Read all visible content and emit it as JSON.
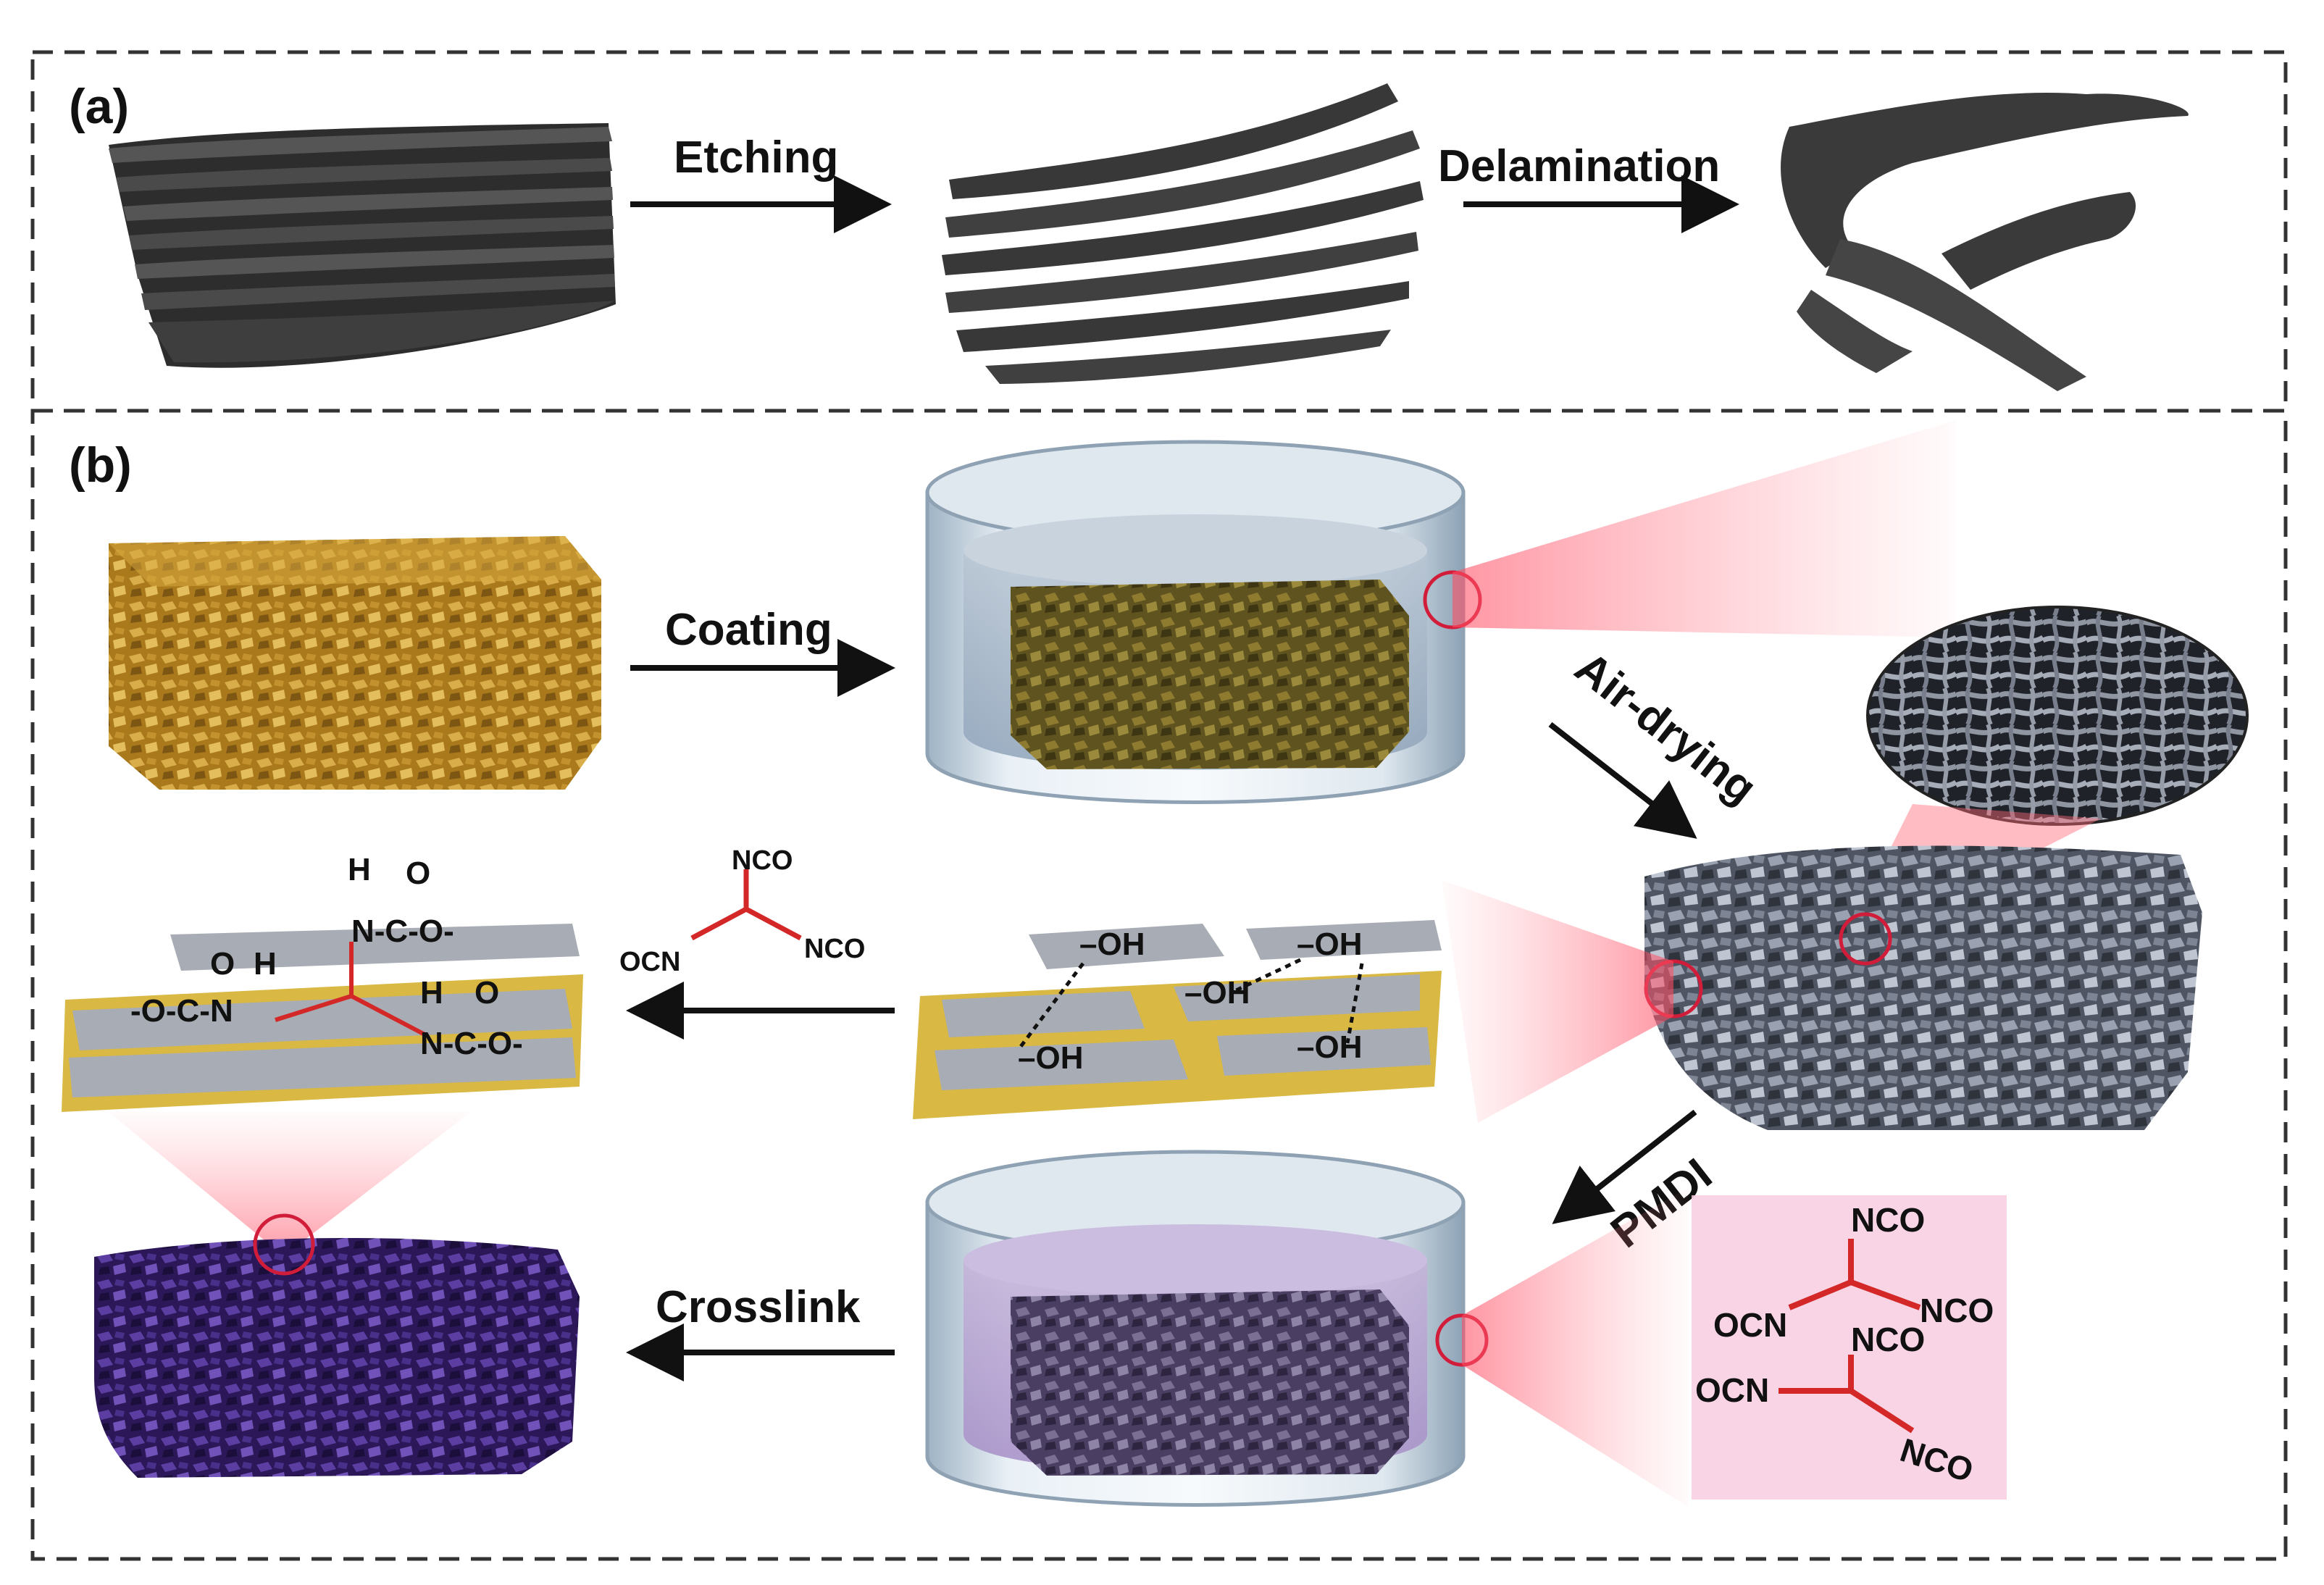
{
  "panel_a": {
    "label": "(a)",
    "steps": {
      "etching": "Etching",
      "delamination": "Delamination"
    }
  },
  "panel_b": {
    "label": "(b)",
    "steps": {
      "coating": "Coating",
      "air_drying": "Air-drying",
      "pmdi": "PMDI",
      "crosslink": "Crosslink"
    },
    "chemistry": {
      "nco": "NCO",
      "ocn": "OCN",
      "oh": "–OH",
      "h": "H",
      "o": "O",
      "n_c_o": "N-C-O-",
      "o_c_n": "-O-C-N"
    }
  },
  "colors": {
    "dark_flake": "#3a3a3a",
    "gold_flake": "#b88a2a",
    "gray_flake": "#6f7480",
    "purple_flake": "#3b2472",
    "crosslinker": "#d42828",
    "highlight": "#ff6b7a",
    "border": "#333333"
  }
}
